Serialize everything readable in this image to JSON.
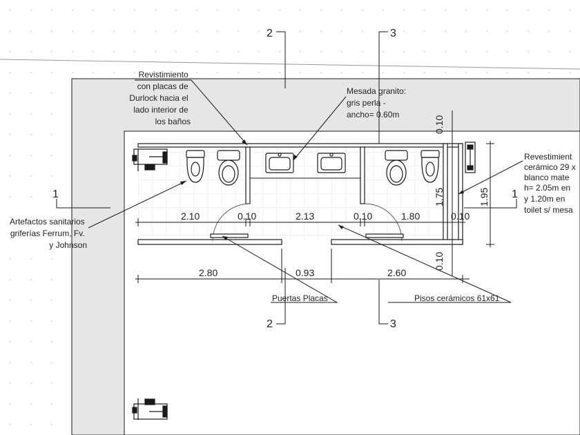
{
  "colors": {
    "line": "#1a1a1a",
    "wall_fill": "#e6e6e6",
    "tile_grid": "#e4e4e4",
    "dot_grid": "#cfcfcf"
  },
  "sections": {
    "s2_top": "2",
    "s3_top": "3",
    "s1_left": "1",
    "s1_right": "1",
    "s2_bottom": "2",
    "s3_bottom": "3"
  },
  "dimensions": {
    "row1": [
      "2.10",
      "0.10",
      "2.13",
      "0.10",
      "1.80",
      "0.10"
    ],
    "row2": [
      "2.80",
      "0.93",
      "2.60"
    ],
    "vertical": [
      "0.10",
      "1.75",
      "1.95",
      "0.10"
    ]
  },
  "notes": {
    "revestimiento_durlock": [
      "Revistimiento",
      "con placas de",
      "Durlock hacia el",
      "lado interior de",
      "los baños"
    ],
    "mesada": [
      "Mesada granito:",
      "gris perla -",
      "ancho= 0.60m"
    ],
    "revestimiento_ceramico": [
      "Revestimient",
      "cerámico 29 x",
      "blanco mate",
      "h= 2.05m en",
      "y 1.20m en",
      "toilet s/ mesa"
    ],
    "artefactos": [
      "Artefactos sanitarios",
      "griferías Ferrum, Fv.",
      "y Johnson"
    ],
    "puertas": "Puertas Placas",
    "pisos": "Pisos cerámicos 61x61"
  }
}
